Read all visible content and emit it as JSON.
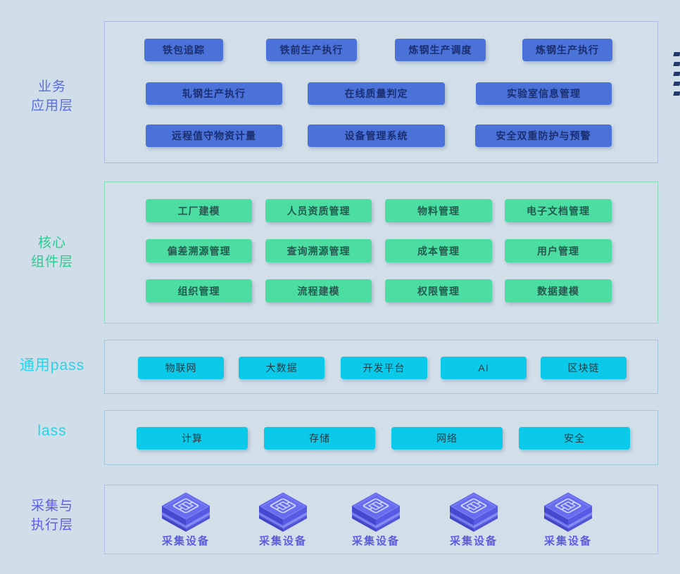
{
  "side_labels": {
    "business": [
      "业务",
      "应用层"
    ],
    "core": [
      "核心",
      "组件层"
    ],
    "paas": "通用pass",
    "iaas": "lass",
    "devices": [
      "采集与",
      "执行层"
    ]
  },
  "business_layer": {
    "row1": [
      "铁包追踪",
      "铁前生产执行",
      "炼钢生产调度",
      "炼钢生产执行"
    ],
    "row2": [
      "轧钢生产执行",
      "在线质量判定",
      "实验室信息管理"
    ],
    "row3": [
      "远程值守物资计量",
      "设备管理系统",
      "安全双重防护与预警"
    ]
  },
  "core_layer": {
    "row1": [
      "工厂建模",
      "人员资质管理",
      "物料管理",
      "电子文档管理"
    ],
    "row2": [
      "偏差溯源管理",
      "查询溯源管理",
      "成本管理",
      "用户管理"
    ],
    "row3": [
      "组织管理",
      "流程建模",
      "权限管理",
      "数据建模"
    ]
  },
  "paas_layer": {
    "items": [
      "物联网",
      "大数据",
      "开发平台",
      "AI",
      "区块链"
    ]
  },
  "iaas_layer": {
    "items": [
      "计算",
      "存储",
      "网络",
      "安全"
    ]
  },
  "device_layer": {
    "device_label": "采集设备"
  },
  "colors": {
    "page_bg": "#cfdee8",
    "app_button": "#4a72d8",
    "core_button": "#4cdda2",
    "cloud_button": "#0bc9e9",
    "business_label": "#5b6ee0",
    "core_label": "#2fca91",
    "cloud_label": "#28d2ea",
    "device_label": "#5c5ce2",
    "cube_main": "#575ae2"
  }
}
